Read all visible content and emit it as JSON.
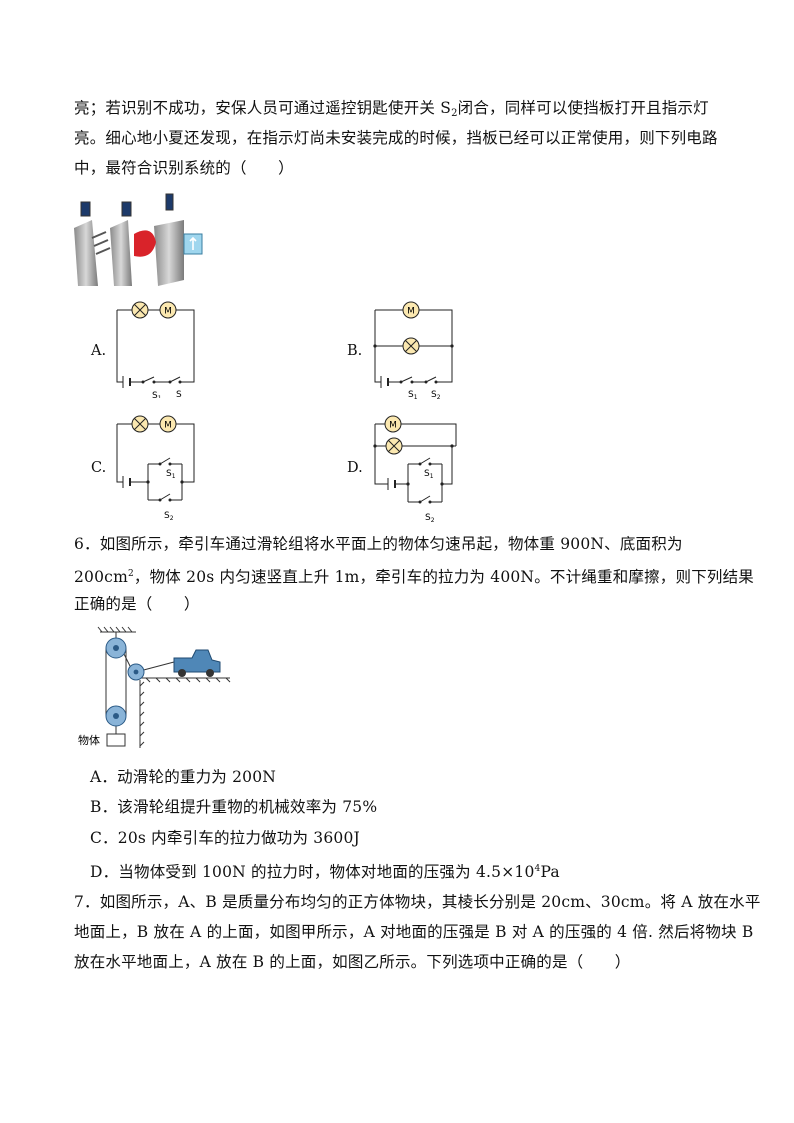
{
  "q5": {
    "l1a": "亮；若识别不成功，安保人员可通过遥控钥匙使开关 S",
    "l1_sub": "2",
    "l1b": "闭合，同样可以使挡板打开且指示灯",
    "l2": "亮。细心地小夏还发现，在指示灯尚未安装完成的时候，挡板已经可以正常使用，则下列电路",
    "l3": "中，最符合识别系统的（　　）",
    "options": {
      "a": "A.",
      "b": "B.",
      "c": "C.",
      "d": "D."
    },
    "motor": "M",
    "s1": "S",
    "s1_sub": "1",
    "s2": "S",
    "s2_sub": "2",
    "sa2": "S"
  },
  "q6": {
    "l1": "6．如图所示，牵引车通过滑轮组将水平面上的物体匀速吊起，物体重 900N、底面积为",
    "l2a": "200cm",
    "l2_sup": "2",
    "l2b": "，物体 20s 内匀速竖直上升 1m，牵引车的拉力为 400N。不计绳重和摩擦，则下列结果",
    "l3": "正确的是（　　）",
    "object_label": "物体",
    "choices": {
      "a": "A．动滑轮的重力为 200N",
      "b": "B．该滑轮组提升重物的机械效率为 75%",
      "c": "C．20s 内牵引车的拉力做功为 3600J",
      "d_a": "D．当物体受到 100N 的拉力时，物体对地面的压强为 4.5×10",
      "d_sup": "4",
      "d_b": "Pa"
    }
  },
  "q7": {
    "l1": "7．如图所示，A、B 是质量分布均匀的正方体物块，其棱长分别是 20cm、30cm。将 A 放在水平",
    "l2": "地面上，B 放在 A 的上面，如图甲所示，A 对地面的压强是 B 对 A 的压强的 4 倍. 然后将物块 B",
    "l3": "放在水平地面上，A 放在 B 的上面，如图乙所示。下列选项中正确的是（　　）"
  }
}
